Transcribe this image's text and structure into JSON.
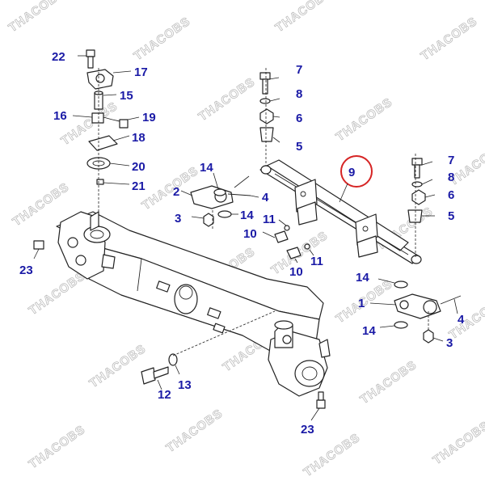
{
  "colors": {
    "callout": "#1a1aa6",
    "highlight": "#d62424",
    "line": "#222222",
    "watermark": "#bdbdbd"
  },
  "watermark": "THACOBS",
  "callouts": [
    "22",
    "17",
    "15",
    "16",
    "19",
    "18",
    "20",
    "21",
    "2",
    "14",
    "4",
    "3",
    "14",
    "11",
    "10",
    "11",
    "10",
    "7",
    "8",
    "6",
    "5",
    "9",
    "7",
    "8",
    "6",
    "5",
    "23",
    "14",
    "1",
    "4",
    "14",
    "3",
    "12",
    "13",
    "23"
  ],
  "highlighted_callout": "9"
}
